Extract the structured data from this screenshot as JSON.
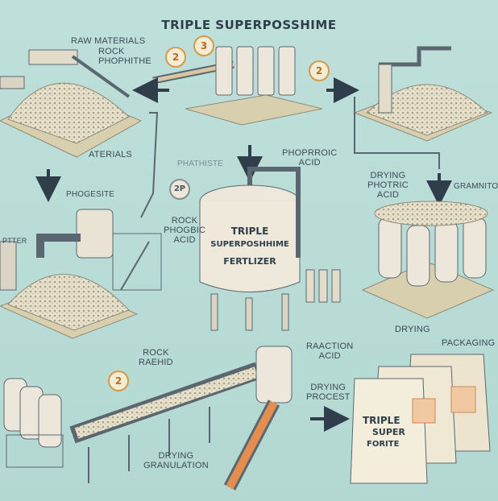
{
  "title": "TRIPLE SUPERPOSSHIME",
  "labels": {
    "raw_materials": "RAW MATERIALS",
    "rock_phophithe": "ROCK\nPHOPHITHE",
    "materials": "ATERIALS",
    "phathiste": "PHATHISTE",
    "phoprroic_acid": "PHOPRROIC\nACID",
    "drying_photric": "DRYING\nPHOTRIC\nACID",
    "gramnito": "GRAMNITO",
    "phogesite": "PHOGESITE",
    "ptter": "PTTER",
    "rock_phogbic": "ROCK\nPHOGBIC\nACID",
    "drying_right": "DRYING",
    "packaging": "PACKAGING",
    "rock_raehid": "ROCK\nRAEHID",
    "raaction_acid": "RAACTION\nACID",
    "drying_procest": "DRYING\nPROCEST",
    "drying_granulation": "DRYING\nGRANULATION"
  },
  "badges": [
    "2",
    "3",
    "2",
    "2",
    "2P"
  ],
  "tank": {
    "line1": "TRIPLE",
    "line2": "SUPERPOSHHIME",
    "line3": "FERTLIZER"
  },
  "bag": {
    "line1": "TRIPLE",
    "line2": "SUPER",
    "line3": "FORITE"
  },
  "colors": {
    "background": "#b9dcd6",
    "structure": "#e9e3d3",
    "outline": "#5b6770",
    "accent_orange": "#e38e4f",
    "arrow": "#2f3e4a"
  }
}
